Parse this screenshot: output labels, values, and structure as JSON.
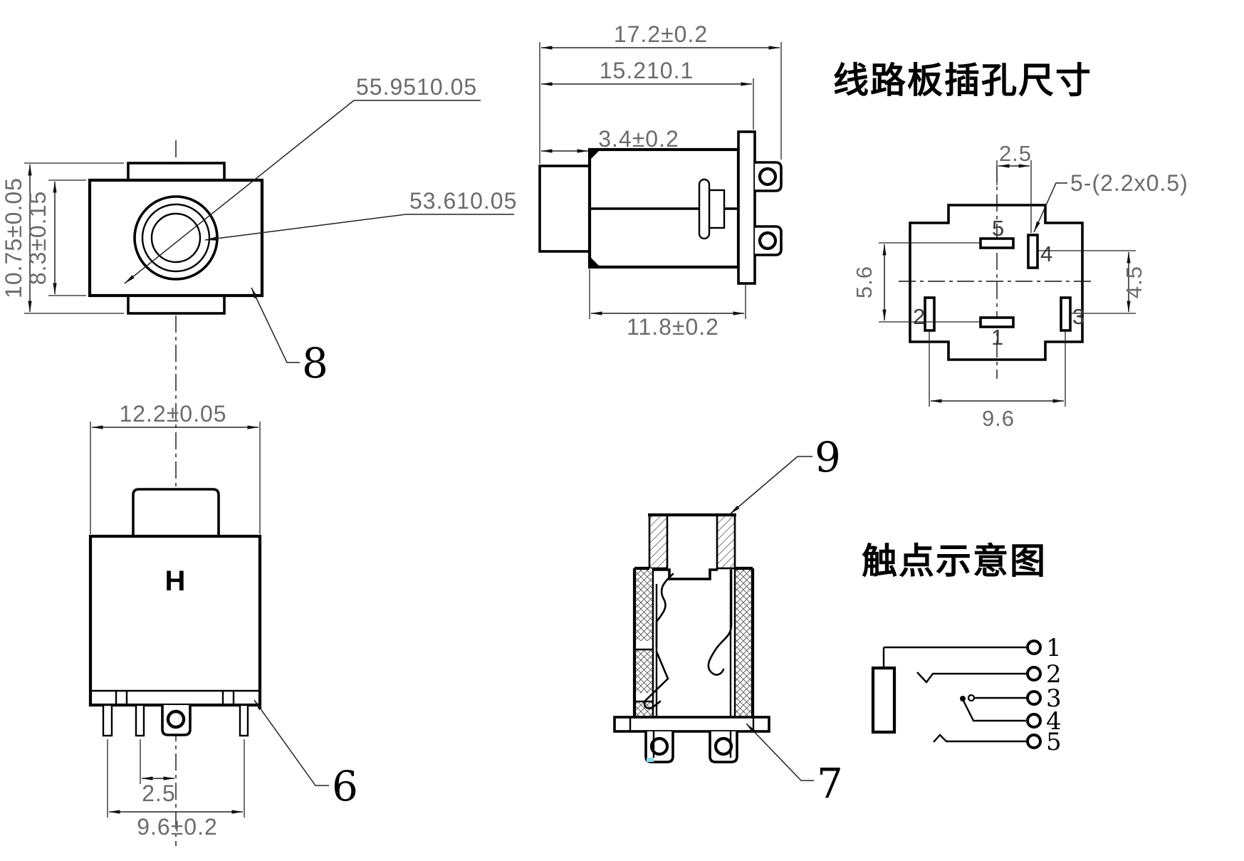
{
  "front_view": {
    "dim_outer_height": "10.75±0.05",
    "dim_inner_height": "8.3±0.15",
    "leader_dia_outer": "55.9510.05",
    "leader_dia_inner": "53.610.05",
    "balloon": "8"
  },
  "top_view": {
    "dim_width": "12.2±0.05",
    "dim_pin_pitch": "2.5",
    "dim_pin_span": "9.6±0.2",
    "marking": "H",
    "balloon": "6"
  },
  "side_view": {
    "dim_overall": "17.2±0.2",
    "dim_body_flange": "15.210.1",
    "dim_bushing": "3.4±0.2",
    "dim_body": "11.8±0.2"
  },
  "section_view": {
    "balloon_bushing": "9",
    "balloon_flange": "7"
  },
  "pcb_view": {
    "title": "线路板插孔尺寸",
    "dim_top": "2.5",
    "dim_left": "5.6",
    "dim_right": "4.5",
    "dim_bottom": "9.6",
    "slot_note": "5-(2.2x0.5)",
    "pad_labels": {
      "p1": "1",
      "p2": "2",
      "p3": "3",
      "p4": "4",
      "p5": "5"
    }
  },
  "contact_diagram": {
    "title": "触点示意图",
    "terminals": [
      "1",
      "2",
      "3",
      "4",
      "5"
    ]
  }
}
